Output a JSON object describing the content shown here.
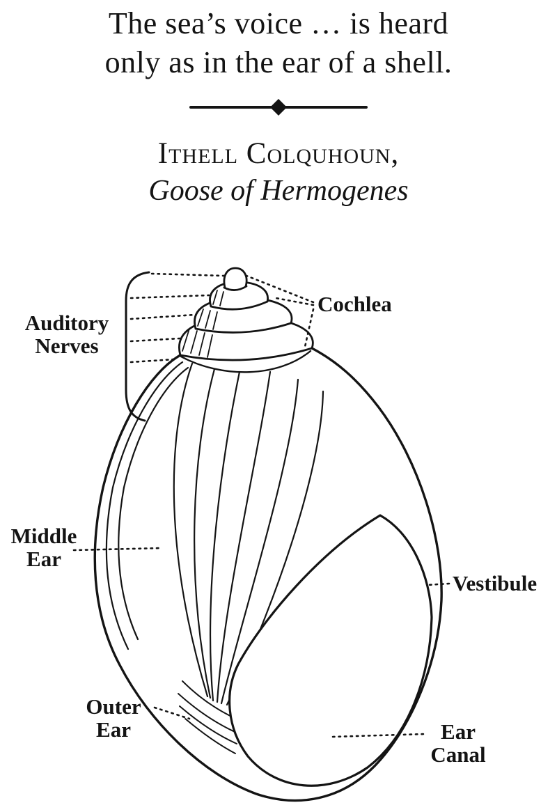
{
  "epigraph": {
    "line1": "The sea’s voice … is heard",
    "line2": "only as in the ear of a shell."
  },
  "attribution": {
    "author": "Ithell Colquhoun,",
    "work": "Goose of Hermogenes"
  },
  "diagram": {
    "labels": {
      "auditory_nerves": {
        "line1": "Auditory",
        "line2": "Nerves"
      },
      "cochlea": "Cochlea",
      "middle_ear": {
        "line1": "Middle",
        "line2": "Ear"
      },
      "vestibule": "Vestibule",
      "outer_ear": {
        "line1": "Outer",
        "line2": "Ear"
      },
      "ear_canal": {
        "line1": "Ear",
        "line2": "Canal"
      }
    }
  },
  "colors": {
    "ink": "#141414",
    "background": "#ffffff"
  }
}
